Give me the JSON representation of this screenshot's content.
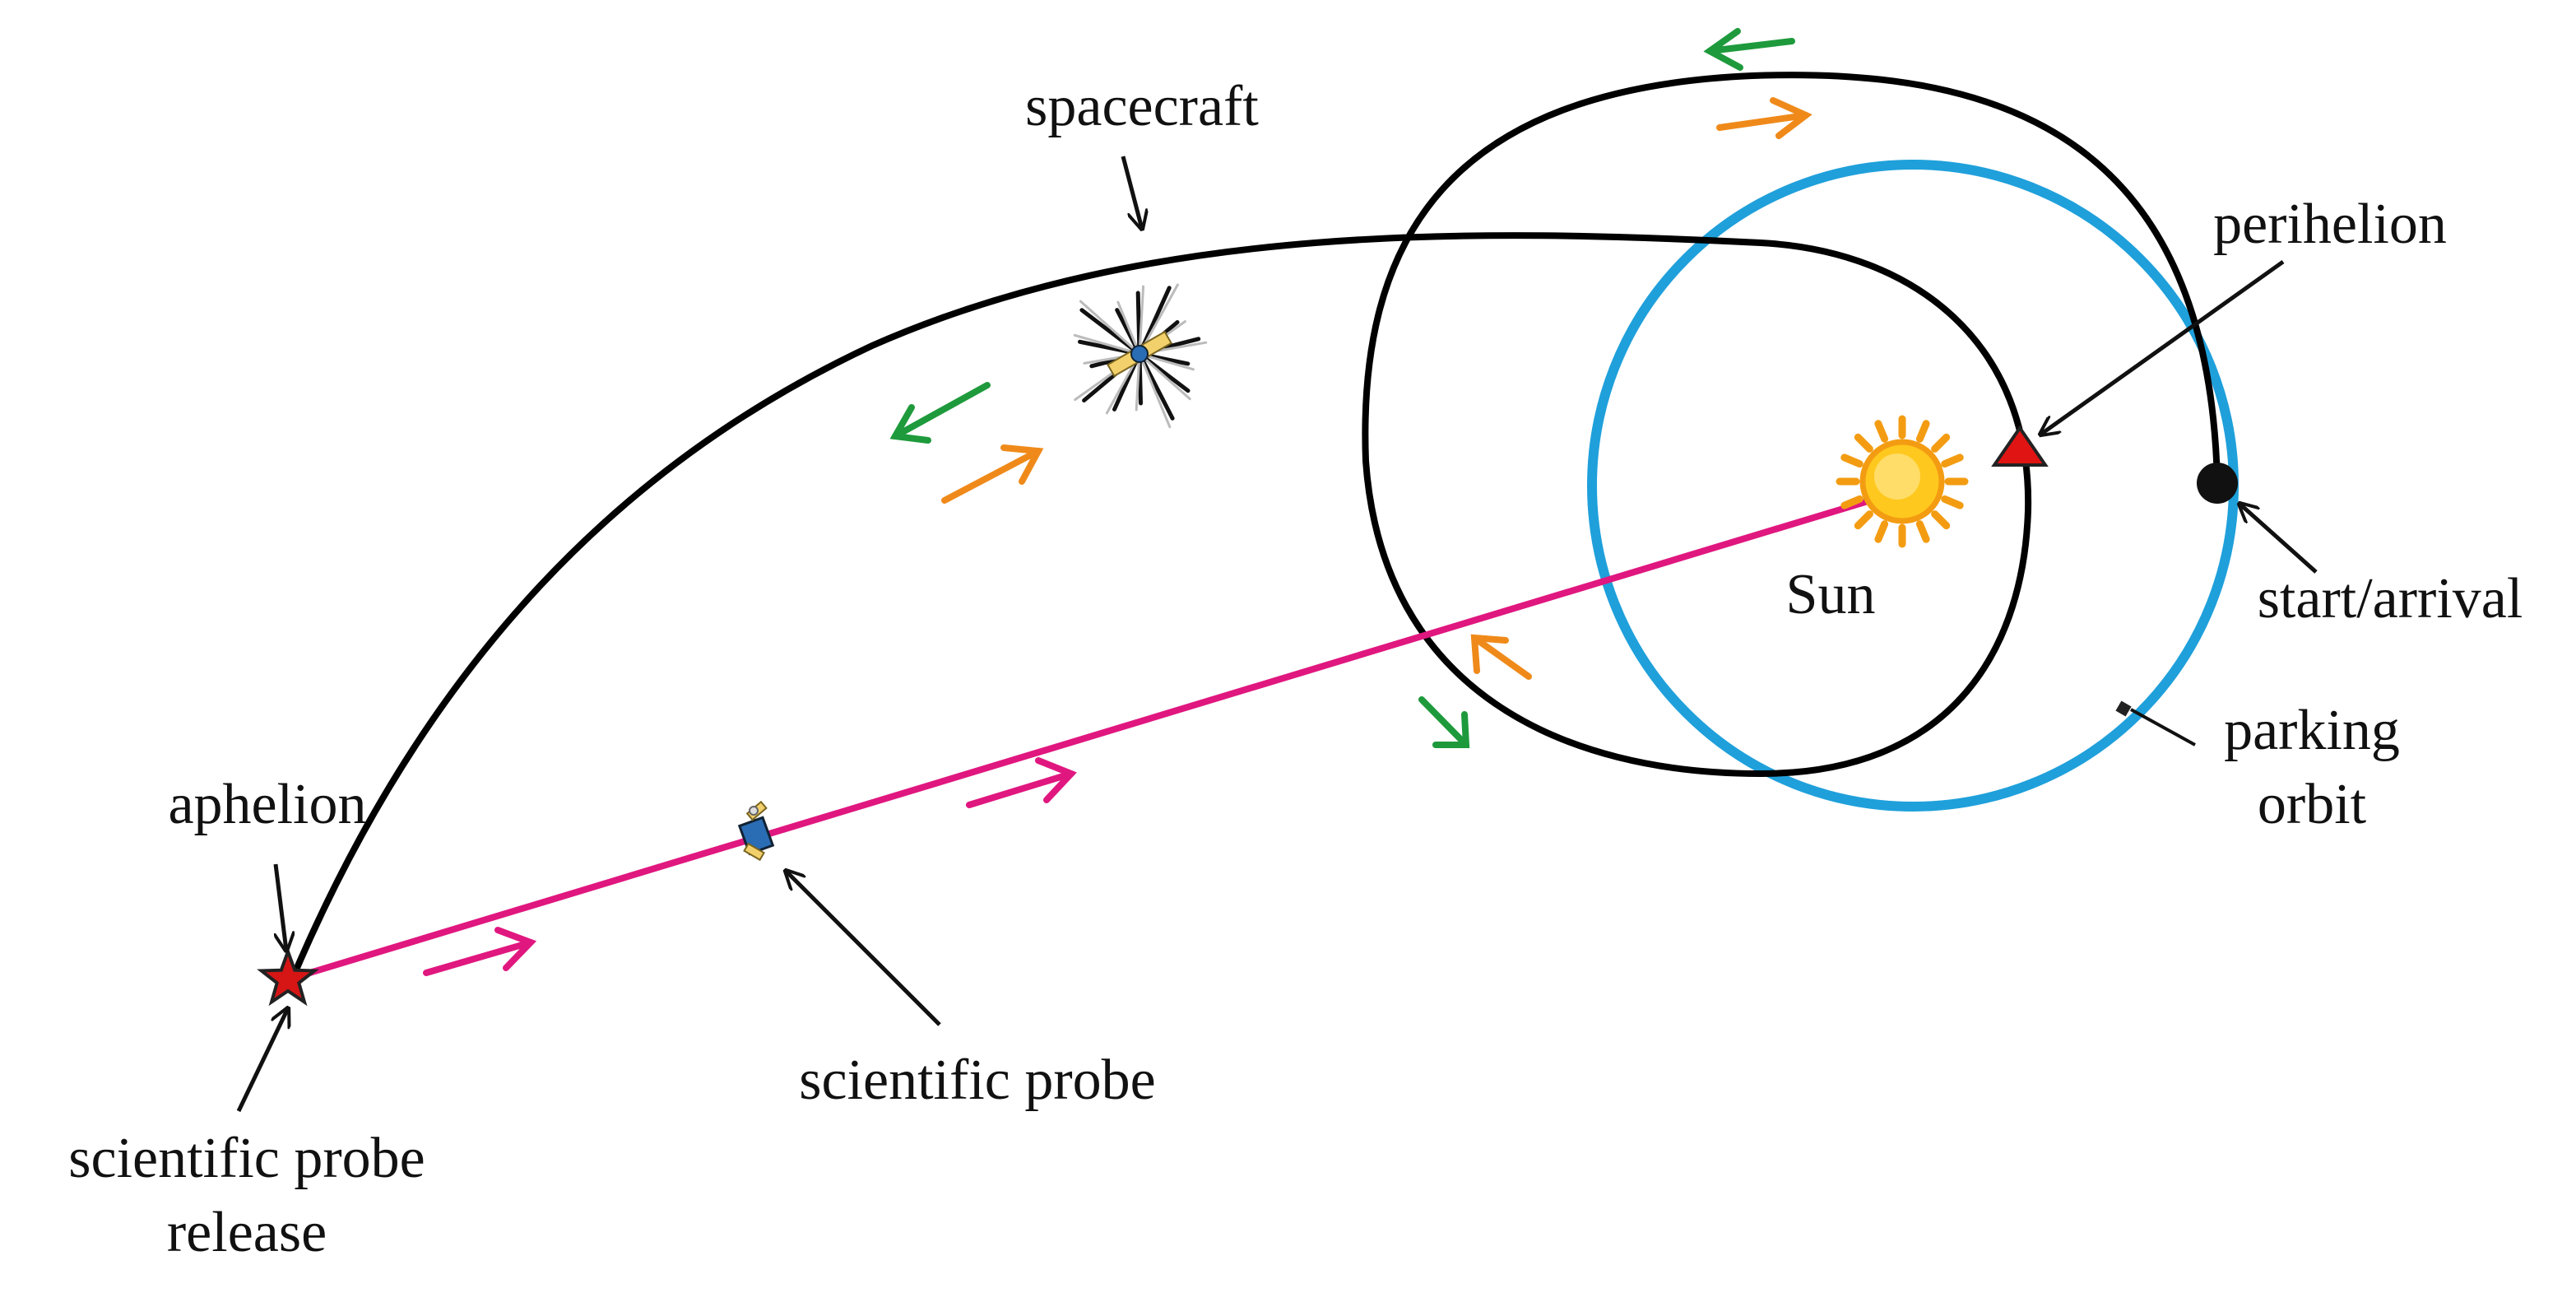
{
  "labels": {
    "spacecraft": "spacecraft",
    "perihelion": "perihelion",
    "aphelion": "aphelion",
    "sun": "Sun",
    "start_arrival": "start/arrival",
    "parking_orbit_line1": "parking",
    "parking_orbit_line2": "orbit",
    "scientific_probe": "scientific probe",
    "probe_release_line1": "scientific probe",
    "probe_release_line2": "release"
  },
  "colors": {
    "background": "#ffffff",
    "spacecraft_trajectory": "#000000",
    "parking_orbit": "#1fa0db",
    "probe_trajectory": "#e0177f",
    "outbound_arrows": "#ef8a1a",
    "return_arrows": "#1e9a3c",
    "sun_fill": "#ffc81e",
    "sun_rays": "#f39c12",
    "perihelion_marker": "#e11414",
    "aphelion_marker": "#d61515",
    "start_marker": "#111111"
  },
  "icons": {
    "sun": "sun-icon",
    "spacecraft": "spacecraft-icon",
    "probe": "probe-icon",
    "perihelion": "triangle-marker",
    "aphelion": "star-marker",
    "start_arrival": "dot-marker"
  }
}
